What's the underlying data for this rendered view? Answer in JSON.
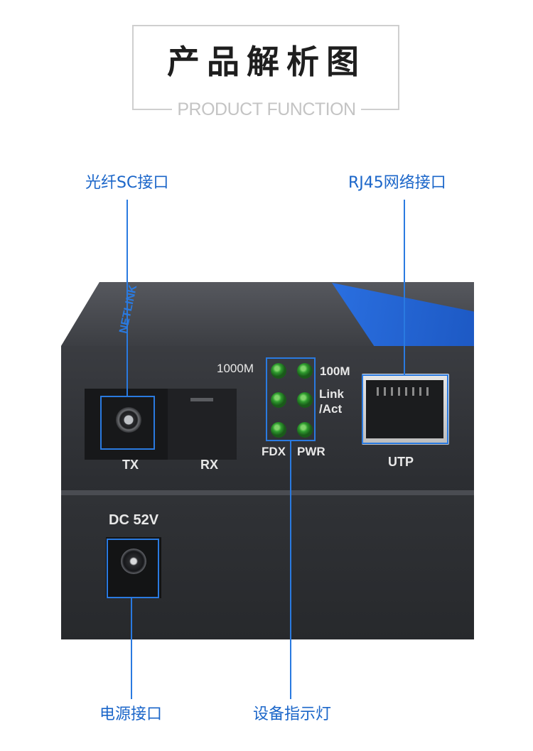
{
  "header": {
    "title": "产品解析图",
    "subtitle": "PRODUCT FUNCTION"
  },
  "callouts": {
    "sc_port": "光纤SC接口",
    "rj45": "RJ45网络接口",
    "power": "电源接口",
    "indicators": "设备指示灯"
  },
  "device": {
    "tx_label": "TX",
    "rx_label": "RX",
    "led_1000m": "1000M",
    "led_100m": "100M",
    "led_link": "Link",
    "led_act": "/Act",
    "led_fdx": "FDX",
    "led_pwr": "PWR",
    "utp_label": "UTP",
    "dc_label": "DC 52V"
  },
  "colors": {
    "accent": "#2a7ae0",
    "label_text": "#1b66c9",
    "device_body": "#2e3034",
    "led_green": "#2e9a2e"
  }
}
